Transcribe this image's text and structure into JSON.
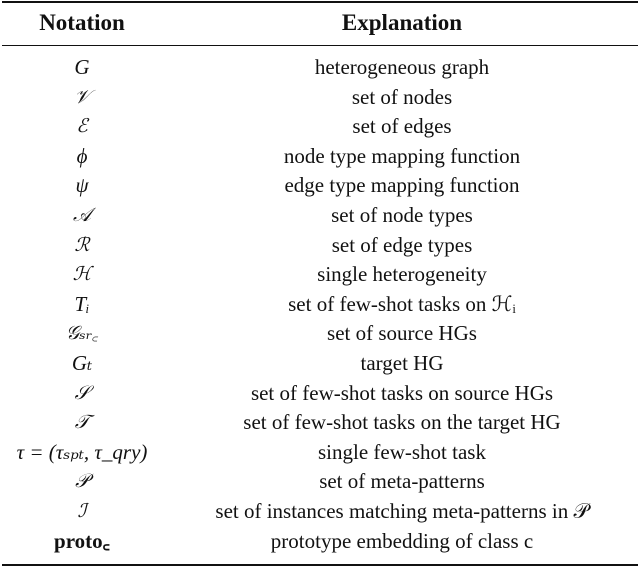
{
  "table": {
    "headers": [
      "Notation",
      "Explanation"
    ],
    "rows": [
      {
        "notation": "G",
        "explanation": "heterogeneous graph",
        "style": "italic"
      },
      {
        "notation": "𝒱",
        "explanation": "set of nodes",
        "style": "script"
      },
      {
        "notation": "ℰ",
        "explanation": "set of edges",
        "style": "script"
      },
      {
        "notation": "ϕ",
        "explanation": "node type mapping function",
        "style": "italic"
      },
      {
        "notation": "ψ",
        "explanation": "edge type mapping function",
        "style": "italic"
      },
      {
        "notation": "𝒜",
        "explanation": "set of node types",
        "style": "script"
      },
      {
        "notation": "ℛ",
        "explanation": "set of edge types",
        "style": "script"
      },
      {
        "notation": "ℋ",
        "explanation": "single heterogeneity",
        "style": "script"
      },
      {
        "notation": "Tᵢ",
        "explanation": "set of few-shot tasks on ℋᵢ",
        "style": "italic"
      },
      {
        "notation": "𝒢ₛᵣ꜀",
        "explanation": "set of source HGs",
        "style": "script"
      },
      {
        "notation": "Gₜ",
        "explanation": "target HG",
        "style": "italic"
      },
      {
        "notation": "𝒮",
        "explanation": "set of few-shot tasks on source HGs",
        "style": "script"
      },
      {
        "notation": "𝒯",
        "explanation": "set of few-shot tasks on the target HG",
        "style": "script"
      },
      {
        "notation": "τ = (τₛₚₜ, τ_qry)",
        "explanation": "single few-shot task",
        "style": "italic"
      },
      {
        "notation": "𝒫",
        "explanation": "set of meta-patterns",
        "style": "script"
      },
      {
        "notation": "ℐ",
        "explanation": "set of instances matching meta-patterns in 𝒫",
        "style": "script"
      },
      {
        "notation": "proto꜀",
        "explanation": "prototype embedding of class c",
        "style": "bold"
      }
    ]
  }
}
